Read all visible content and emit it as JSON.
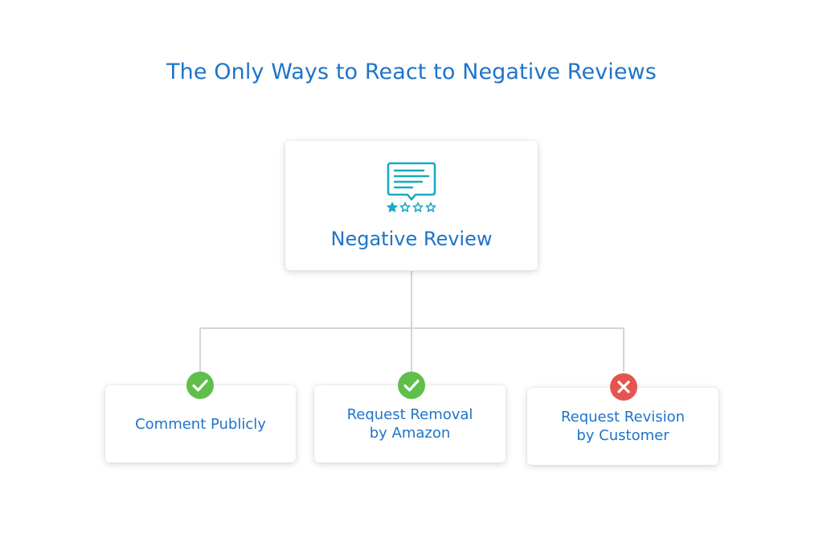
{
  "title": "The Only Ways to React to Negative Reviews",
  "root": {
    "label": "Negative Review",
    "icon": "review-star-rating-icon",
    "rating_filled_stars": 1,
    "rating_total_stars": 4
  },
  "options": [
    {
      "label": "Comment Publicly",
      "status": "allowed",
      "icon": "check-circle-icon"
    },
    {
      "label": "Request Removal\nby Amazon",
      "status": "allowed",
      "icon": "check-circle-icon"
    },
    {
      "label": "Request Revision\nby Customer",
      "status": "not-allowed",
      "icon": "x-circle-icon"
    }
  ],
  "colors": {
    "text": "#1f74c9",
    "icon_teal": "#1aa9c4",
    "check_green": "#5fbf4a",
    "cross_red": "#e5554f",
    "connector": "#cfd6dd"
  }
}
